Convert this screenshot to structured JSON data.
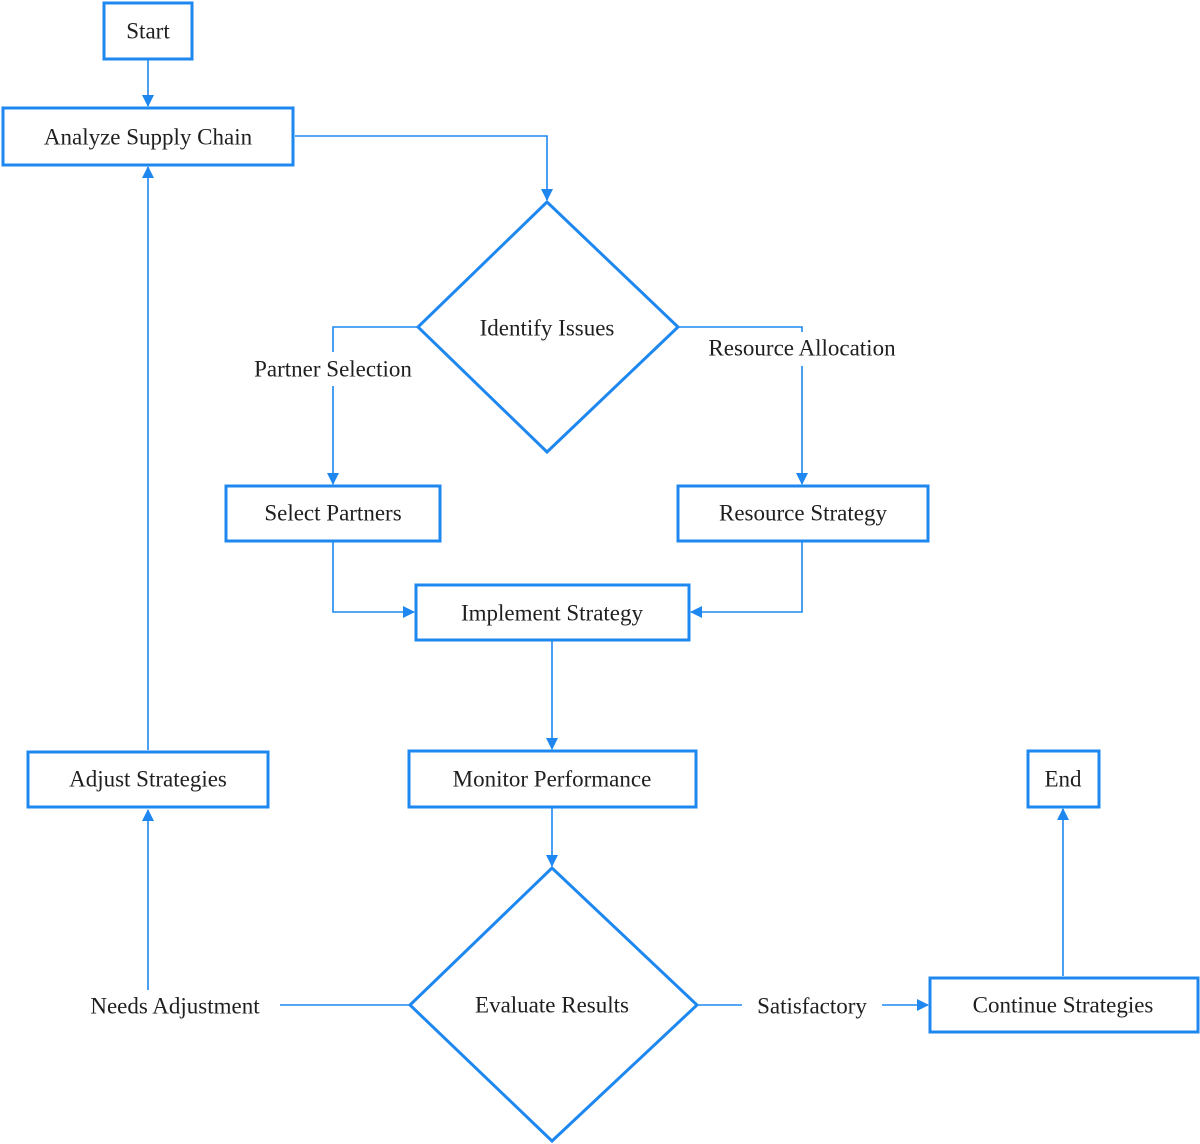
{
  "colors": {
    "stroke": "#1e88f0",
    "text": "#1f1f1f",
    "background": "#ffffff"
  },
  "nodes": {
    "start": "Start",
    "analyze": "Analyze Supply Chain",
    "identify": "Identify Issues",
    "select_partners": "Select Partners",
    "resource_strategy": "Resource Strategy",
    "implement": "Implement Strategy",
    "monitor": "Monitor Performance",
    "evaluate": "Evaluate Results",
    "adjust": "Adjust Strategies",
    "continue": "Continue Strategies",
    "end": "End"
  },
  "edge_labels": {
    "partner_selection": "Partner Selection",
    "resource_allocation": "Resource Allocation",
    "needs_adjustment": "Needs Adjustment",
    "satisfactory": "Satisfactory"
  }
}
